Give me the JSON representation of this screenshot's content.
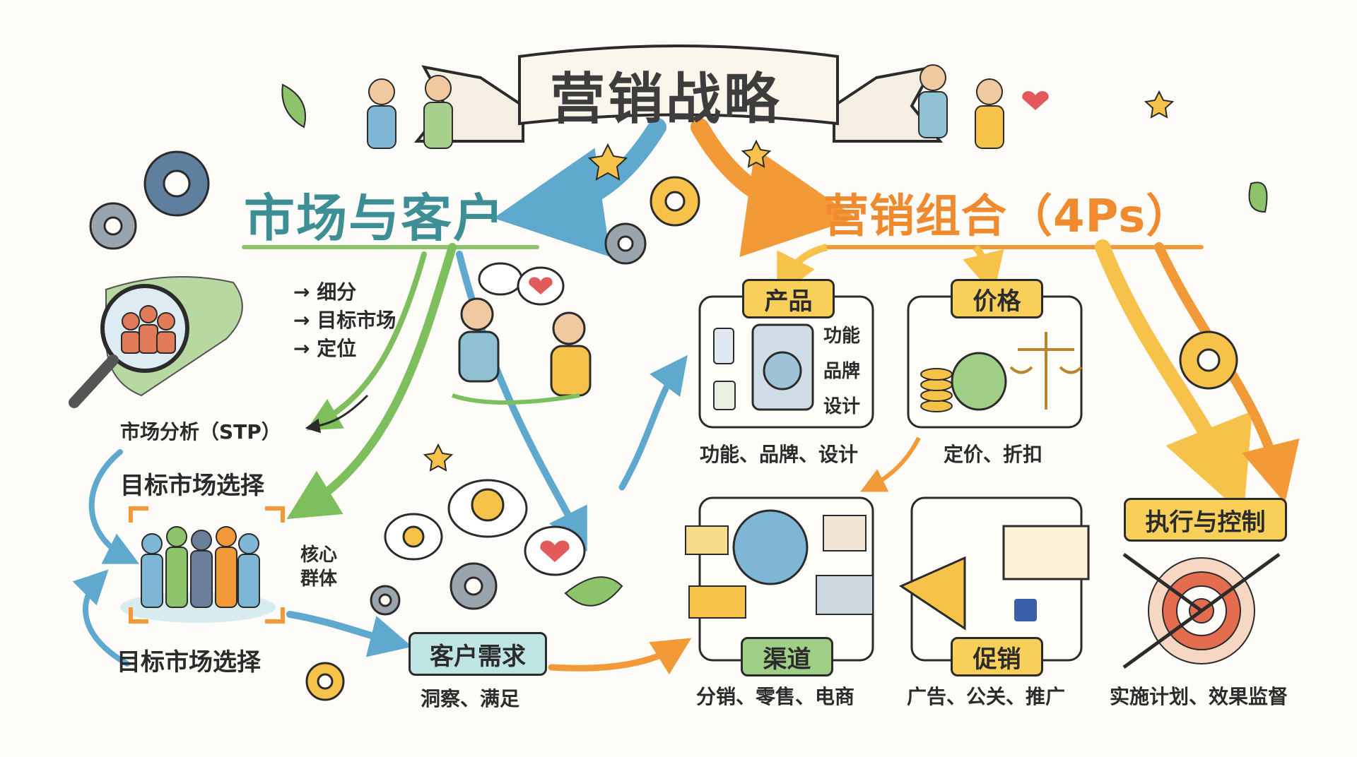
{
  "title": "营销战略",
  "left_heading": "市场与客户",
  "right_heading": "营销组合（4Ps）",
  "stp": {
    "bullets": [
      "→ 细分",
      "→ 目标市场",
      "→ 定位"
    ],
    "label": "市场分析（STP）"
  },
  "target": {
    "top_label": "目标市场选择",
    "core_group": "核心\n群体",
    "bottom_label": "目标市场选择"
  },
  "customer": {
    "tag": "客户需求",
    "note": "洞察、满足"
  },
  "product": {
    "tag": "产品",
    "items": [
      "功能",
      "品牌",
      "设计"
    ],
    "note": "功能、品牌、设计"
  },
  "price": {
    "tag": "价格",
    "note": "定价、折扣"
  },
  "place": {
    "tag": "渠道",
    "note": "分销、零售、电商"
  },
  "promotion": {
    "tag": "促销",
    "note": "广告、公关、推广"
  },
  "execution": {
    "tag": "执行与控制",
    "note": "实施计划、效果监督"
  },
  "colors": {
    "teal": "#3d8f95",
    "orange": "#f08a2e",
    "yellow": "#f8cf59",
    "green": "#8cc36b",
    "blue": "#7fb6d6"
  }
}
